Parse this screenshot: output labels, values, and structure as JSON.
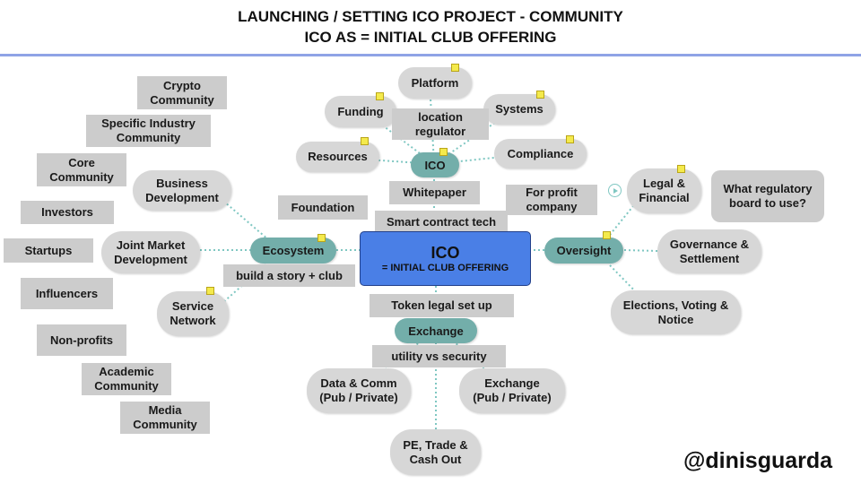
{
  "header": {
    "title_line1": "LAUNCHING / SETTING ICO PROJECT - COMMUNITY",
    "title_line2": "ICO AS = INITIAL CLUB OFFERING"
  },
  "center": {
    "title": "ICO",
    "subtitle": "= INITIAL CLUB OFFERING"
  },
  "hubs": {
    "ico": "ICO",
    "ecosystem": "Ecosystem",
    "oversight": "Oversight",
    "exchange": "Exchange"
  },
  "ico_branch": {
    "platform": "Platform",
    "funding": "Funding",
    "systems": "Systems",
    "resources": "Resources",
    "compliance": "Compliance"
  },
  "ecosystem_branch": {
    "business_development": "Business\nDevelopment",
    "joint_market_development": "Joint Market\nDevelopment",
    "service_network": "Service\nNetwork"
  },
  "oversight_branch": {
    "legal_financial": "Legal &\nFinancial",
    "governance_settlement": "Governance &\nSettlement",
    "elections_voting_notice": "Elections, Voting &\nNotice"
  },
  "exchange_branch": {
    "data_comm": "Data & Comm\n(Pub / Private)",
    "exchange_pub_private": "Exchange\n(Pub / Private)",
    "pe_trade_cash_out": "PE, Trade &\nCash Out"
  },
  "notes": {
    "crypto_community": "Crypto\nCommunity",
    "specific_industry_community": "Specific Industry\nCommunity",
    "core_community": "Core\nCommunity",
    "investors": "Investors",
    "startups": "Startups",
    "influencers": "Influencers",
    "non_profits": "Non-profits",
    "academic_community": "Academic\nCommunity",
    "media_community": "Media\nCommunity",
    "location_regulator": "location\nregulator",
    "whitepaper": "Whitepaper",
    "foundation": "Foundation",
    "for_profit_company": "For profit\ncompany",
    "smart_contract_tech": "Smart contract tech",
    "build_story_club": "build a story + club",
    "what_regulatory_board": "What regulatory\nboard to use?",
    "token_legal_setup": "Token legal set up",
    "utility_vs_security": "utility vs security"
  },
  "watermark": "@dinisguarda",
  "colors": {
    "center_fill": "#4a7fe6",
    "hub_fill": "#73aeaa",
    "bubble_fill": "#d7d7d7",
    "note_fill": "#cccccc",
    "connector": "#7fc7c2",
    "sticky": "#f4ea4c",
    "title_rule": "#8fa3e6"
  }
}
